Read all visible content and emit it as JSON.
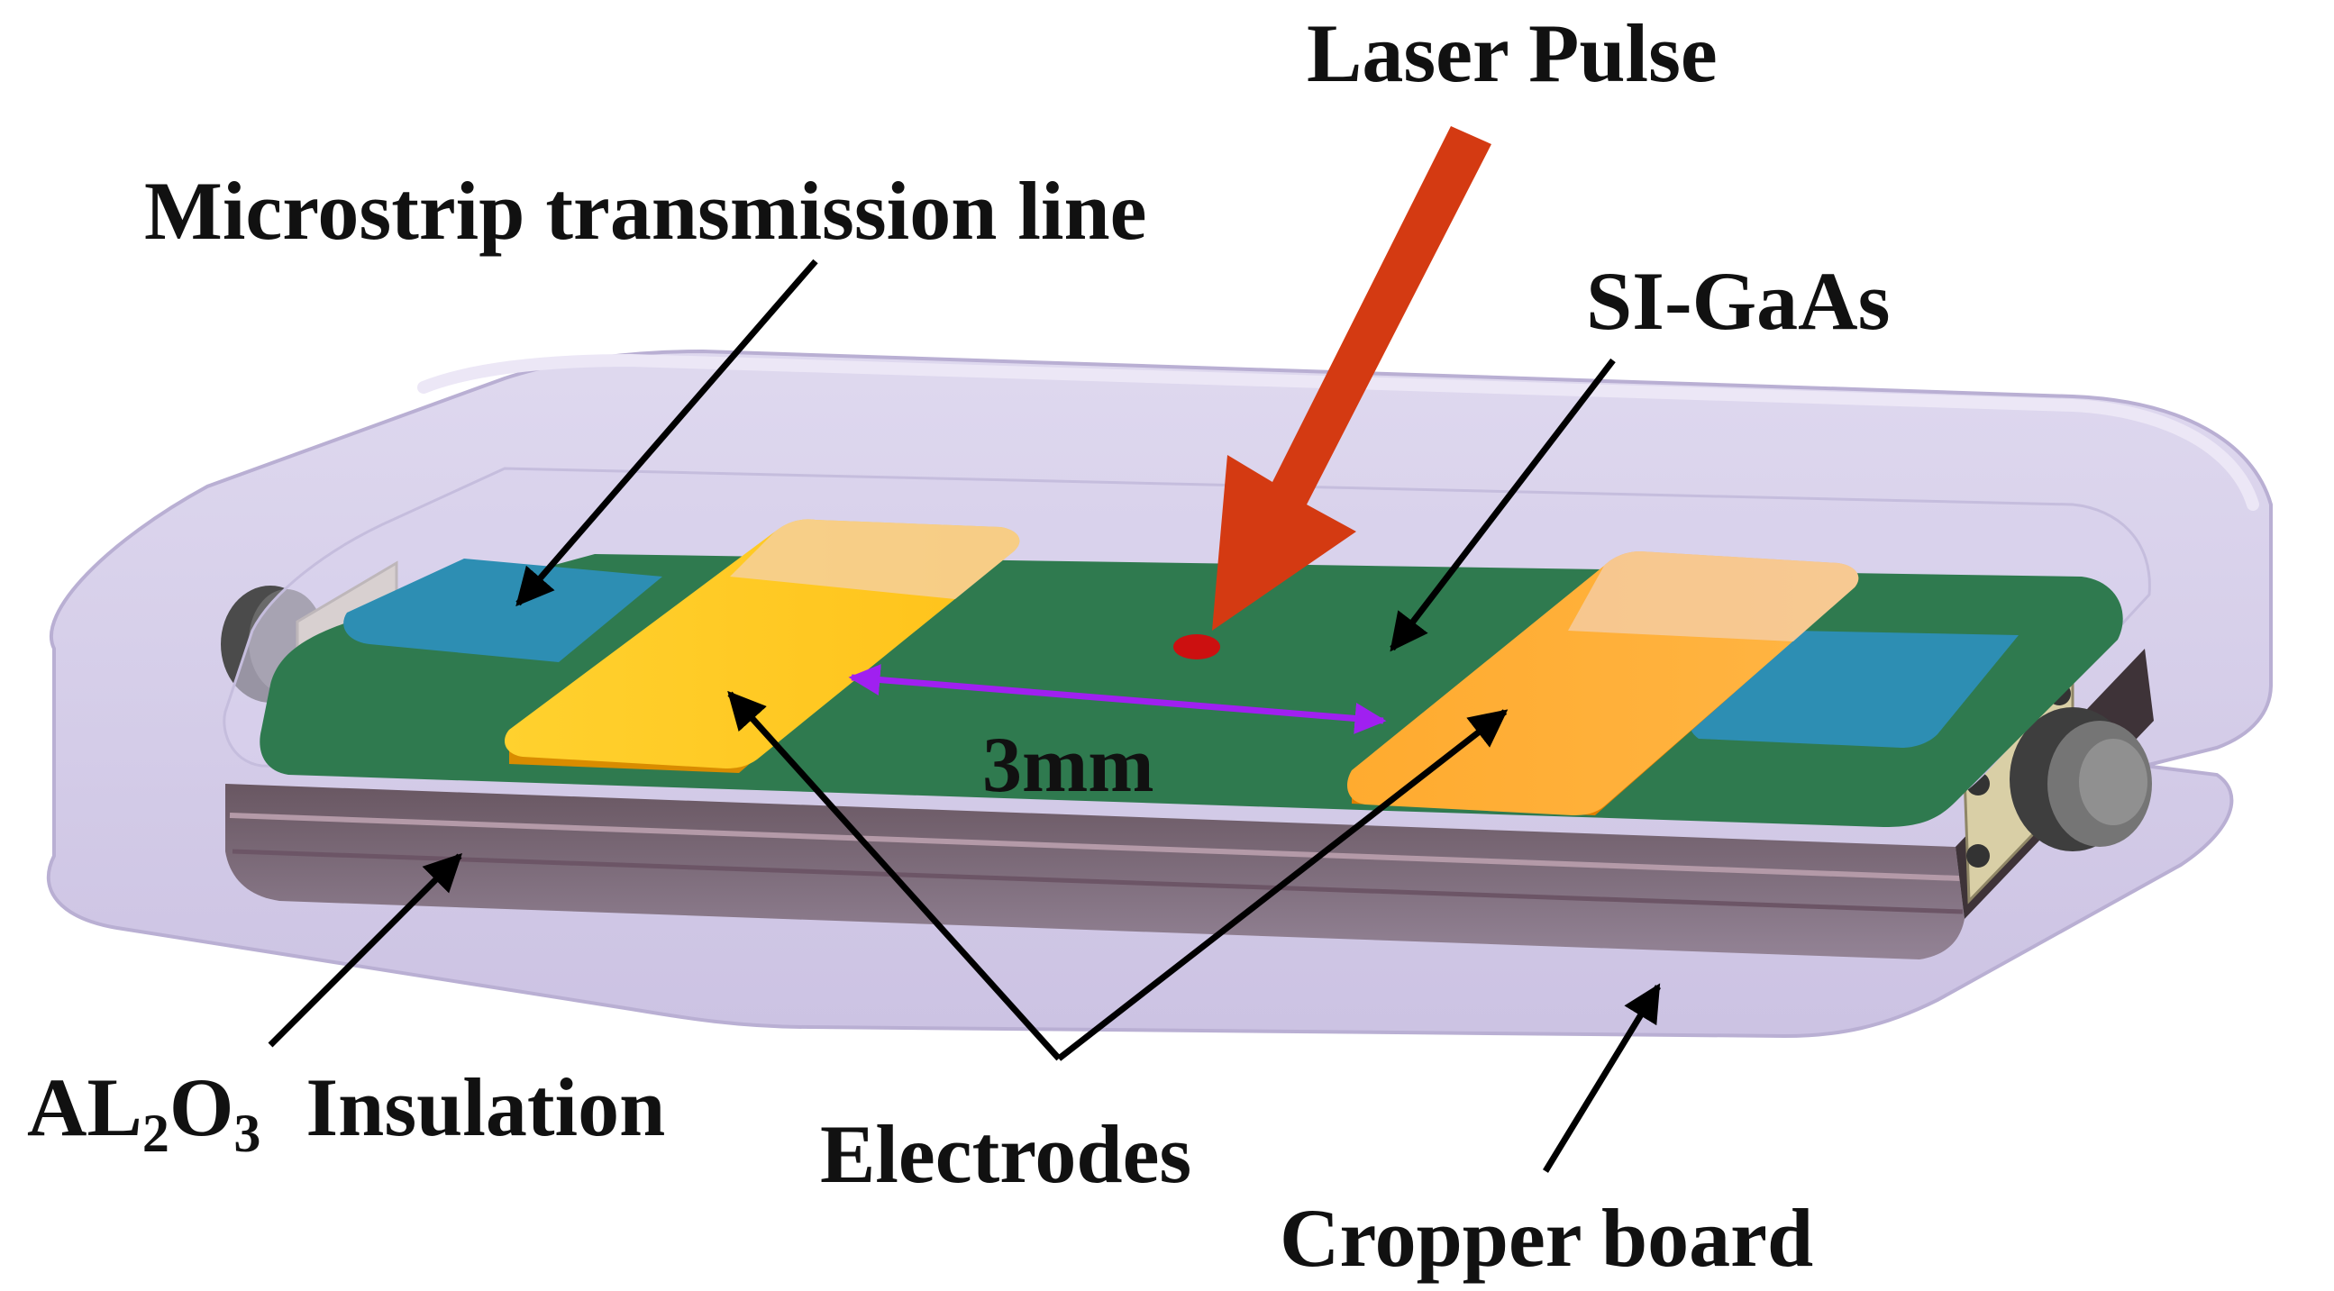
{
  "labels": {
    "laser_pulse": "Laser Pulse",
    "microstrip": "Microstrip transmission line",
    "si_gaas": "SI-GaAs",
    "gap": "3mm",
    "al2o3_main": "AL",
    "al2o3_sub2": "2",
    "al2o3_o": "O",
    "al2o3_sub3": "3",
    "insulation": "Insulation",
    "electrodes": "Electrodes",
    "copper_board": "Cropper board"
  },
  "colors": {
    "laser_arrow": "#d43a12",
    "laser_spot": "#cc1010",
    "gaas_green": "#2f7a4f",
    "electrode_yellow": "#ffc81f",
    "electrode_orange": "#ffa62b",
    "microstrip_blue": "#2d8eb3",
    "insulation_lilac": "#c9bfe0",
    "gap_arrow": "#a020f0",
    "label_arrows": "#000000"
  }
}
